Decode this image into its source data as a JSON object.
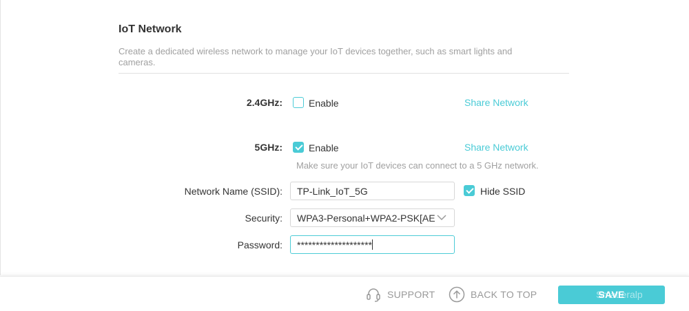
{
  "section": {
    "title": "IoT Network",
    "description": "Create a dedicated wireless network to manage your IoT devices together, such as smart lights and cameras."
  },
  "band_24": {
    "label": "2.4GHz",
    "enabled": false,
    "enable_label": "Enable",
    "share_label": "Share Network"
  },
  "band_5": {
    "label": "5GHz",
    "enabled": true,
    "enable_label": "Enable",
    "share_label": "Share Network",
    "hint": "Make sure your IoT devices can connect to a 5 GHz network."
  },
  "ssid": {
    "label": "Network Name (SSID):",
    "value": "TP-Link_IoT_5G",
    "hide_ssid_label": "Hide SSID",
    "hide_ssid_checked": true
  },
  "security": {
    "label": "Security:",
    "value": "WPA3-Personal+WPA2-PSK[AE"
  },
  "password": {
    "label": "Password:",
    "value": "********************"
  },
  "footer": {
    "support_label": "SUPPORT",
    "back_to_top_label": "BACK TO TOP",
    "save_label": "SAVE",
    "watermark": "Smatteralp"
  },
  "colors": {
    "accent": "#4acbd6",
    "muted_text": "#a0a0a0",
    "text": "#333333"
  },
  "icons": {
    "support": "headset-icon",
    "back_to_top": "arrow-up-circle-icon",
    "select": "chevron-down-icon",
    "checkbox_checked": "check-icon"
  }
}
